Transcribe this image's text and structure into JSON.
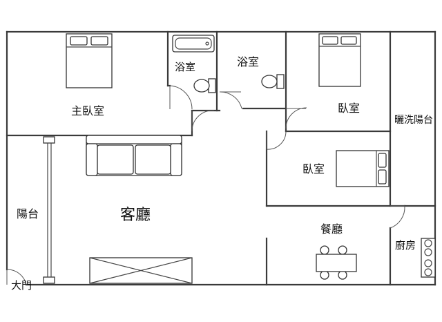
{
  "rooms": {
    "master_bedroom": "主臥室",
    "bathroom_1": "浴室",
    "bathroom_2": "浴室",
    "bedroom_1": "臥室",
    "bedroom_2": "臥室",
    "laundry_balcony": "曬洗陽台",
    "living_room": "客廳",
    "balcony": "陽台",
    "dining_room": "餐廳",
    "kitchen": "廚房",
    "main_door": "大門"
  }
}
